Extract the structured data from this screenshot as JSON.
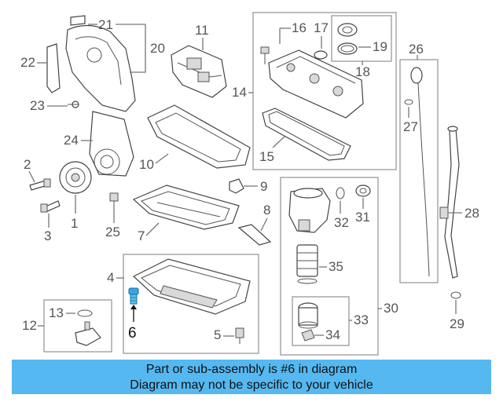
{
  "labels": {
    "n1": "1",
    "n2": "2",
    "n3": "3",
    "n4": "4",
    "n5": "5",
    "n6": "6",
    "n7": "7",
    "n8": "8",
    "n9": "9",
    "n10": "10",
    "n11": "11",
    "n12": "12",
    "n13": "13",
    "n14": "14",
    "n15": "15",
    "n16": "16",
    "n17": "17",
    "n18": "18",
    "n19": "19",
    "n20": "20",
    "n21": "21",
    "n22": "22",
    "n23": "23",
    "n24": "24",
    "n25": "25",
    "n26": "26",
    "n27": "27",
    "n28": "28",
    "n29": "29",
    "n30": "30",
    "n31": "31",
    "n32": "32",
    "n33": "33",
    "n34": "34",
    "n35": "35"
  },
  "banner": {
    "line1": "Part or sub-assembly is #6 in diagram",
    "line2": "Diagram may not be specific to your vehicle",
    "color": "#55b8f0"
  },
  "highlight": {
    "part_number": "6",
    "color": "#3aa6e0"
  }
}
